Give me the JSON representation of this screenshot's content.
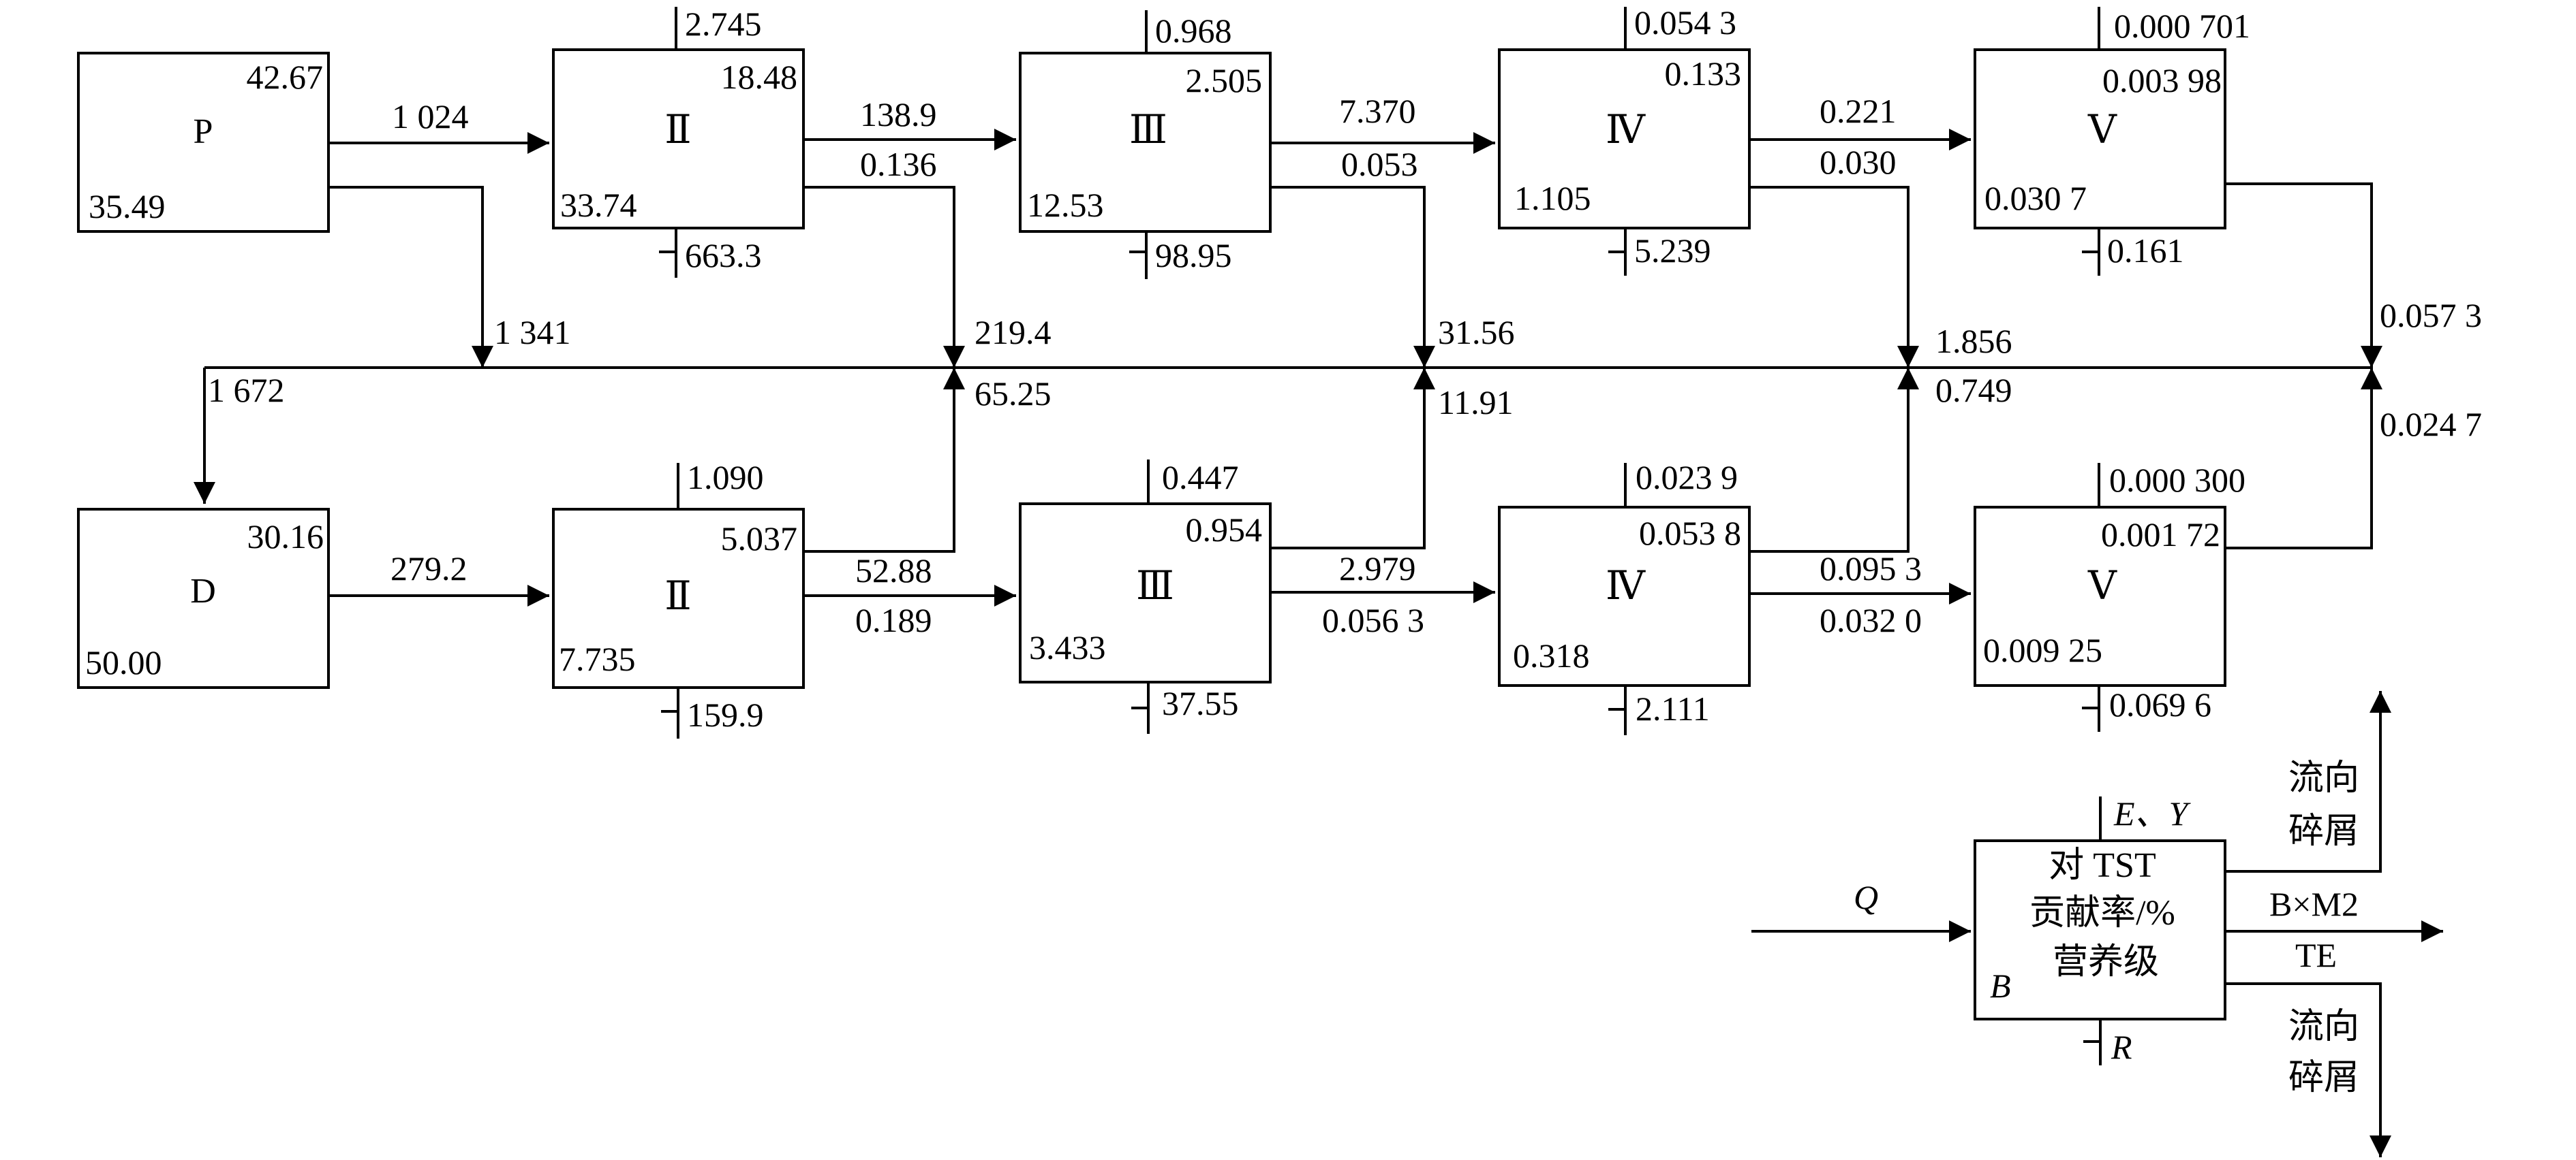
{
  "grazing": {
    "P": {
      "name": "P",
      "tr": "42.67",
      "bl": "35.49"
    },
    "II": {
      "name": "Ⅱ",
      "tr": "18.48",
      "bl": "33.74",
      "top": "2.745",
      "bot": "663.3"
    },
    "III": {
      "name": "Ⅲ",
      "tr": "2.505",
      "bl": "12.53",
      "top": "0.968",
      "bot": "98.95"
    },
    "IV": {
      "name": "Ⅳ",
      "tr": "0.133",
      "bl": "1.105",
      "top": "0.054 3",
      "bot": "5.239"
    },
    "V": {
      "name": "Ⅴ",
      "tr": "0.003 98",
      "bl": "0.030 7",
      "top": "0.000 701",
      "bot": "0.161"
    },
    "flows": {
      "p_ii": "1 024",
      "ii_iii_up": "138.9",
      "ii_iii_dn": "0.136",
      "iii_iv_up": "7.370",
      "iii_iv_dn": "0.053",
      "iv_v_up": "0.221",
      "iv_v_dn": "0.030"
    }
  },
  "detritus": {
    "D": {
      "name": "D",
      "tr": "30.16",
      "bl": "50.00"
    },
    "II": {
      "name": "Ⅱ",
      "tr": "5.037",
      "bl": "7.735",
      "top": "1.090",
      "bot": "159.9"
    },
    "III": {
      "name": "Ⅲ",
      "tr": "0.954",
      "bl": "3.433",
      "top": "0.447",
      "bot": "37.55"
    },
    "IV": {
      "name": "Ⅳ",
      "tr": "0.053 8",
      "bl": "0.318",
      "top": "0.023 9",
      "bot": "2.111"
    },
    "V": {
      "name": "Ⅴ",
      "tr": "0.001 72",
      "bl": "0.009 25",
      "top": "0.000 300",
      "bot": "0.069 6"
    },
    "flows": {
      "d_ii": "279.2",
      "ii_iii_up": "52.88",
      "ii_iii_dn": "0.189",
      "iii_iv_up": "2.979",
      "iii_iv_dn": "0.056 3",
      "iv_v_up": "0.095 3",
      "iv_v_dn": "0.032 0"
    }
  },
  "detritus_line": {
    "p_drop": "1 341",
    "to_d": "1 672",
    "g2": "219.4",
    "d2": "65.25",
    "g3": "31.56",
    "d3": "11.91",
    "g4": "1.856",
    "d4": "0.749",
    "g5": "0.057 3",
    "d5": "0.024 7"
  },
  "legend": {
    "q": "Q",
    "top_label": "E、Y",
    "bottom_label": "R",
    "b_label": "B",
    "box_line1": "对 TST",
    "box_line2": "贡献率/%",
    "box_line3": "营养级",
    "bm2_b": "B",
    "bm2_rest": "×M2",
    "te": "TE",
    "flow_up_1": "流向",
    "flow_up_2": "碎屑",
    "flow_dn_1": "流向",
    "flow_dn_2": "碎屑"
  }
}
